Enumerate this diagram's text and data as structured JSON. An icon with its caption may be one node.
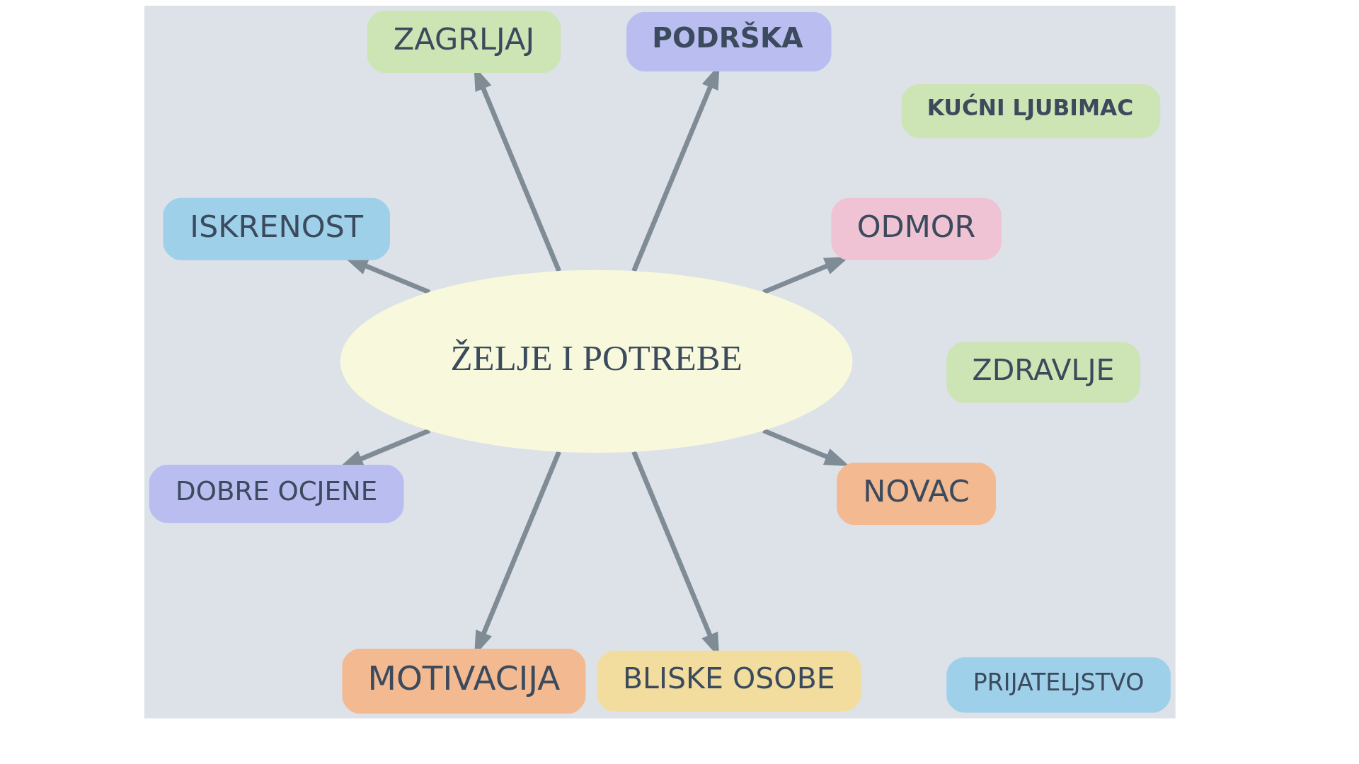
{
  "diagram": {
    "nodes": [
      {
        "text": [
          "ŽELJE I POTREBE"
        ]
      },
      {
        "text": [
          "ISKRENOST"
        ]
      },
      {
        "text": [
          "ZAGRLJAJ"
        ]
      },
      {
        "text": [
          "PODRŠKA"
        ]
      },
      {
        "text": [
          "PRIJATELJSTVO"
        ]
      },
      {
        "text": [
          "ODMOR"
        ]
      },
      {
        "text": [
          "DOBRE OCJENE"
        ]
      },
      {
        "text": [
          "ZDRAVLJE"
        ]
      },
      {
        "text": [
          "KUĆNI LJUBIMAC"
        ]
      },
      {
        "text": [
          "NOVAC"
        ]
      },
      {
        "text": [
          "MOTIVACIJA"
        ]
      },
      {
        "text": [
          "BLISKE OSOBE"
        ]
      }
    ],
    "edges": [
      {
        "from": 0,
        "to": 1,
        "arrow": "to"
      },
      {
        "from": 0,
        "to": 2,
        "arrow": "to"
      },
      {
        "from": 0,
        "to": 3,
        "arrow": "to"
      },
      {
        "from": 0,
        "to": 5,
        "arrow": "to"
      },
      {
        "from": 0,
        "to": 9,
        "arrow": "to"
      },
      {
        "from": 0,
        "to": 11,
        "arrow": "to"
      },
      {
        "from": 0,
        "to": 10,
        "arrow": "to"
      },
      {
        "from": 0,
        "to": 6,
        "arrow": "to"
      }
    ]
  }
}
